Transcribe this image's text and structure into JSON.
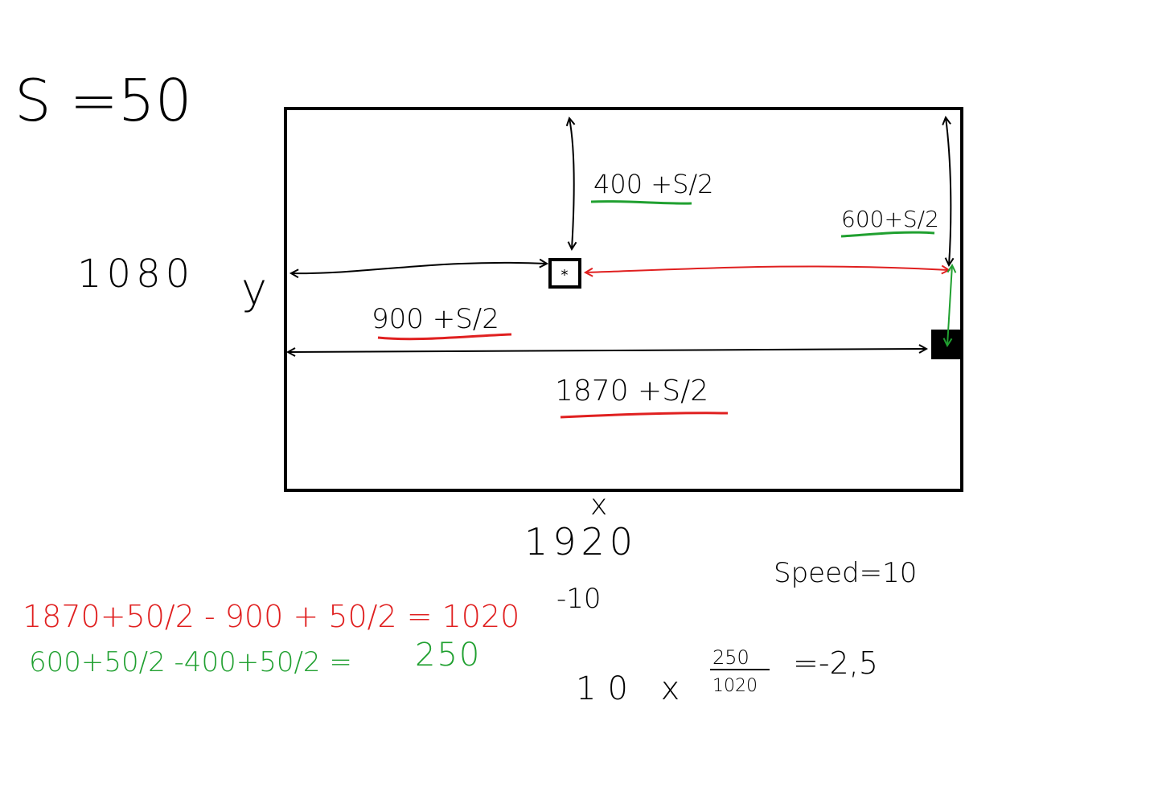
{
  "labels": {
    "size_def": "S =50",
    "height": "1080",
    "y_axis": "y",
    "x_axis": "x",
    "width": "1920",
    "target_top": "400 +S/2",
    "right_top": "600+S/2",
    "left_offset": "900 +S/2",
    "full_width": "1870 +S/2",
    "speed": "Speed=10",
    "eq_red": "1870+50/2 - 900 + 50/2 = 1020",
    "eq_red_result": "-10",
    "eq_green": "600+50/2 -400+50/2 =",
    "eq_green_value": "250",
    "eq_factor": "10 x",
    "frac_num": "250",
    "frac_den": "1020",
    "eq_result": "=-2,5"
  },
  "colors": {
    "ink": "#000000",
    "red": "#e02020",
    "green": "#20a030"
  }
}
